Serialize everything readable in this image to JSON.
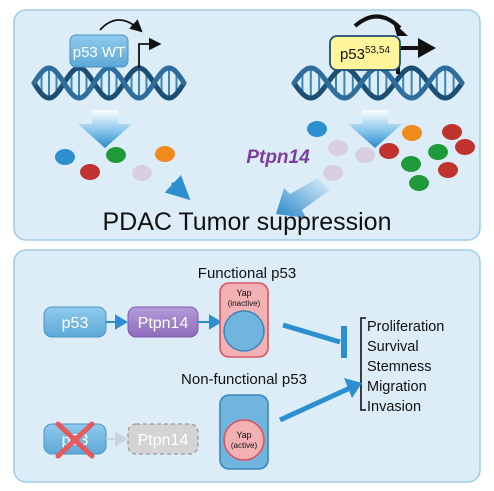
{
  "top_panel": {
    "left_label": "p53 WT",
    "right_label_base": "p53",
    "right_label_sup": "53,54",
    "ptpn14_label": "Ptpn14",
    "suppression_label": "PDAC Tumor suppression"
  },
  "bottom_panel": {
    "functional_title": "Functional p53",
    "nonfunctional_title": "Non-functional p53",
    "p53_box": "p53",
    "ptpn14_box": "Ptpn14",
    "yap_inactive_name": "Yap",
    "yap_inactive_state": "(inactive)",
    "yap_active_name": "Yap",
    "yap_active_state": "(active)",
    "p53_crossed": "p53",
    "ptpn14_faded": "Ptpn14",
    "outcomes": [
      "Proliferation",
      "Survival",
      "Stemness",
      "Migration",
      "Invasion"
    ]
  },
  "colors": {
    "panel_bg": "#dcedf8",
    "panel_border": "#9fcce8",
    "dna_dark": "#1d4f74",
    "dna_mid": "#3a86b8",
    "arrow_blue": "#2b8fd0",
    "box_blue": "#6fb5de",
    "ptpn14_purple": "#9b7fc3",
    "ptpn14_text": "#7b3fa0",
    "yap_pink": "#f3b1b3",
    "yap_border": "#d9545f",
    "cross_red": "#e5595f",
    "mutant_yellow": "#fff59a"
  },
  "icons": {
    "promoter_arrow": "bent-arrow-icon",
    "cross": "x-cross-icon",
    "inhibit": "t-bar-inhibition-icon"
  }
}
